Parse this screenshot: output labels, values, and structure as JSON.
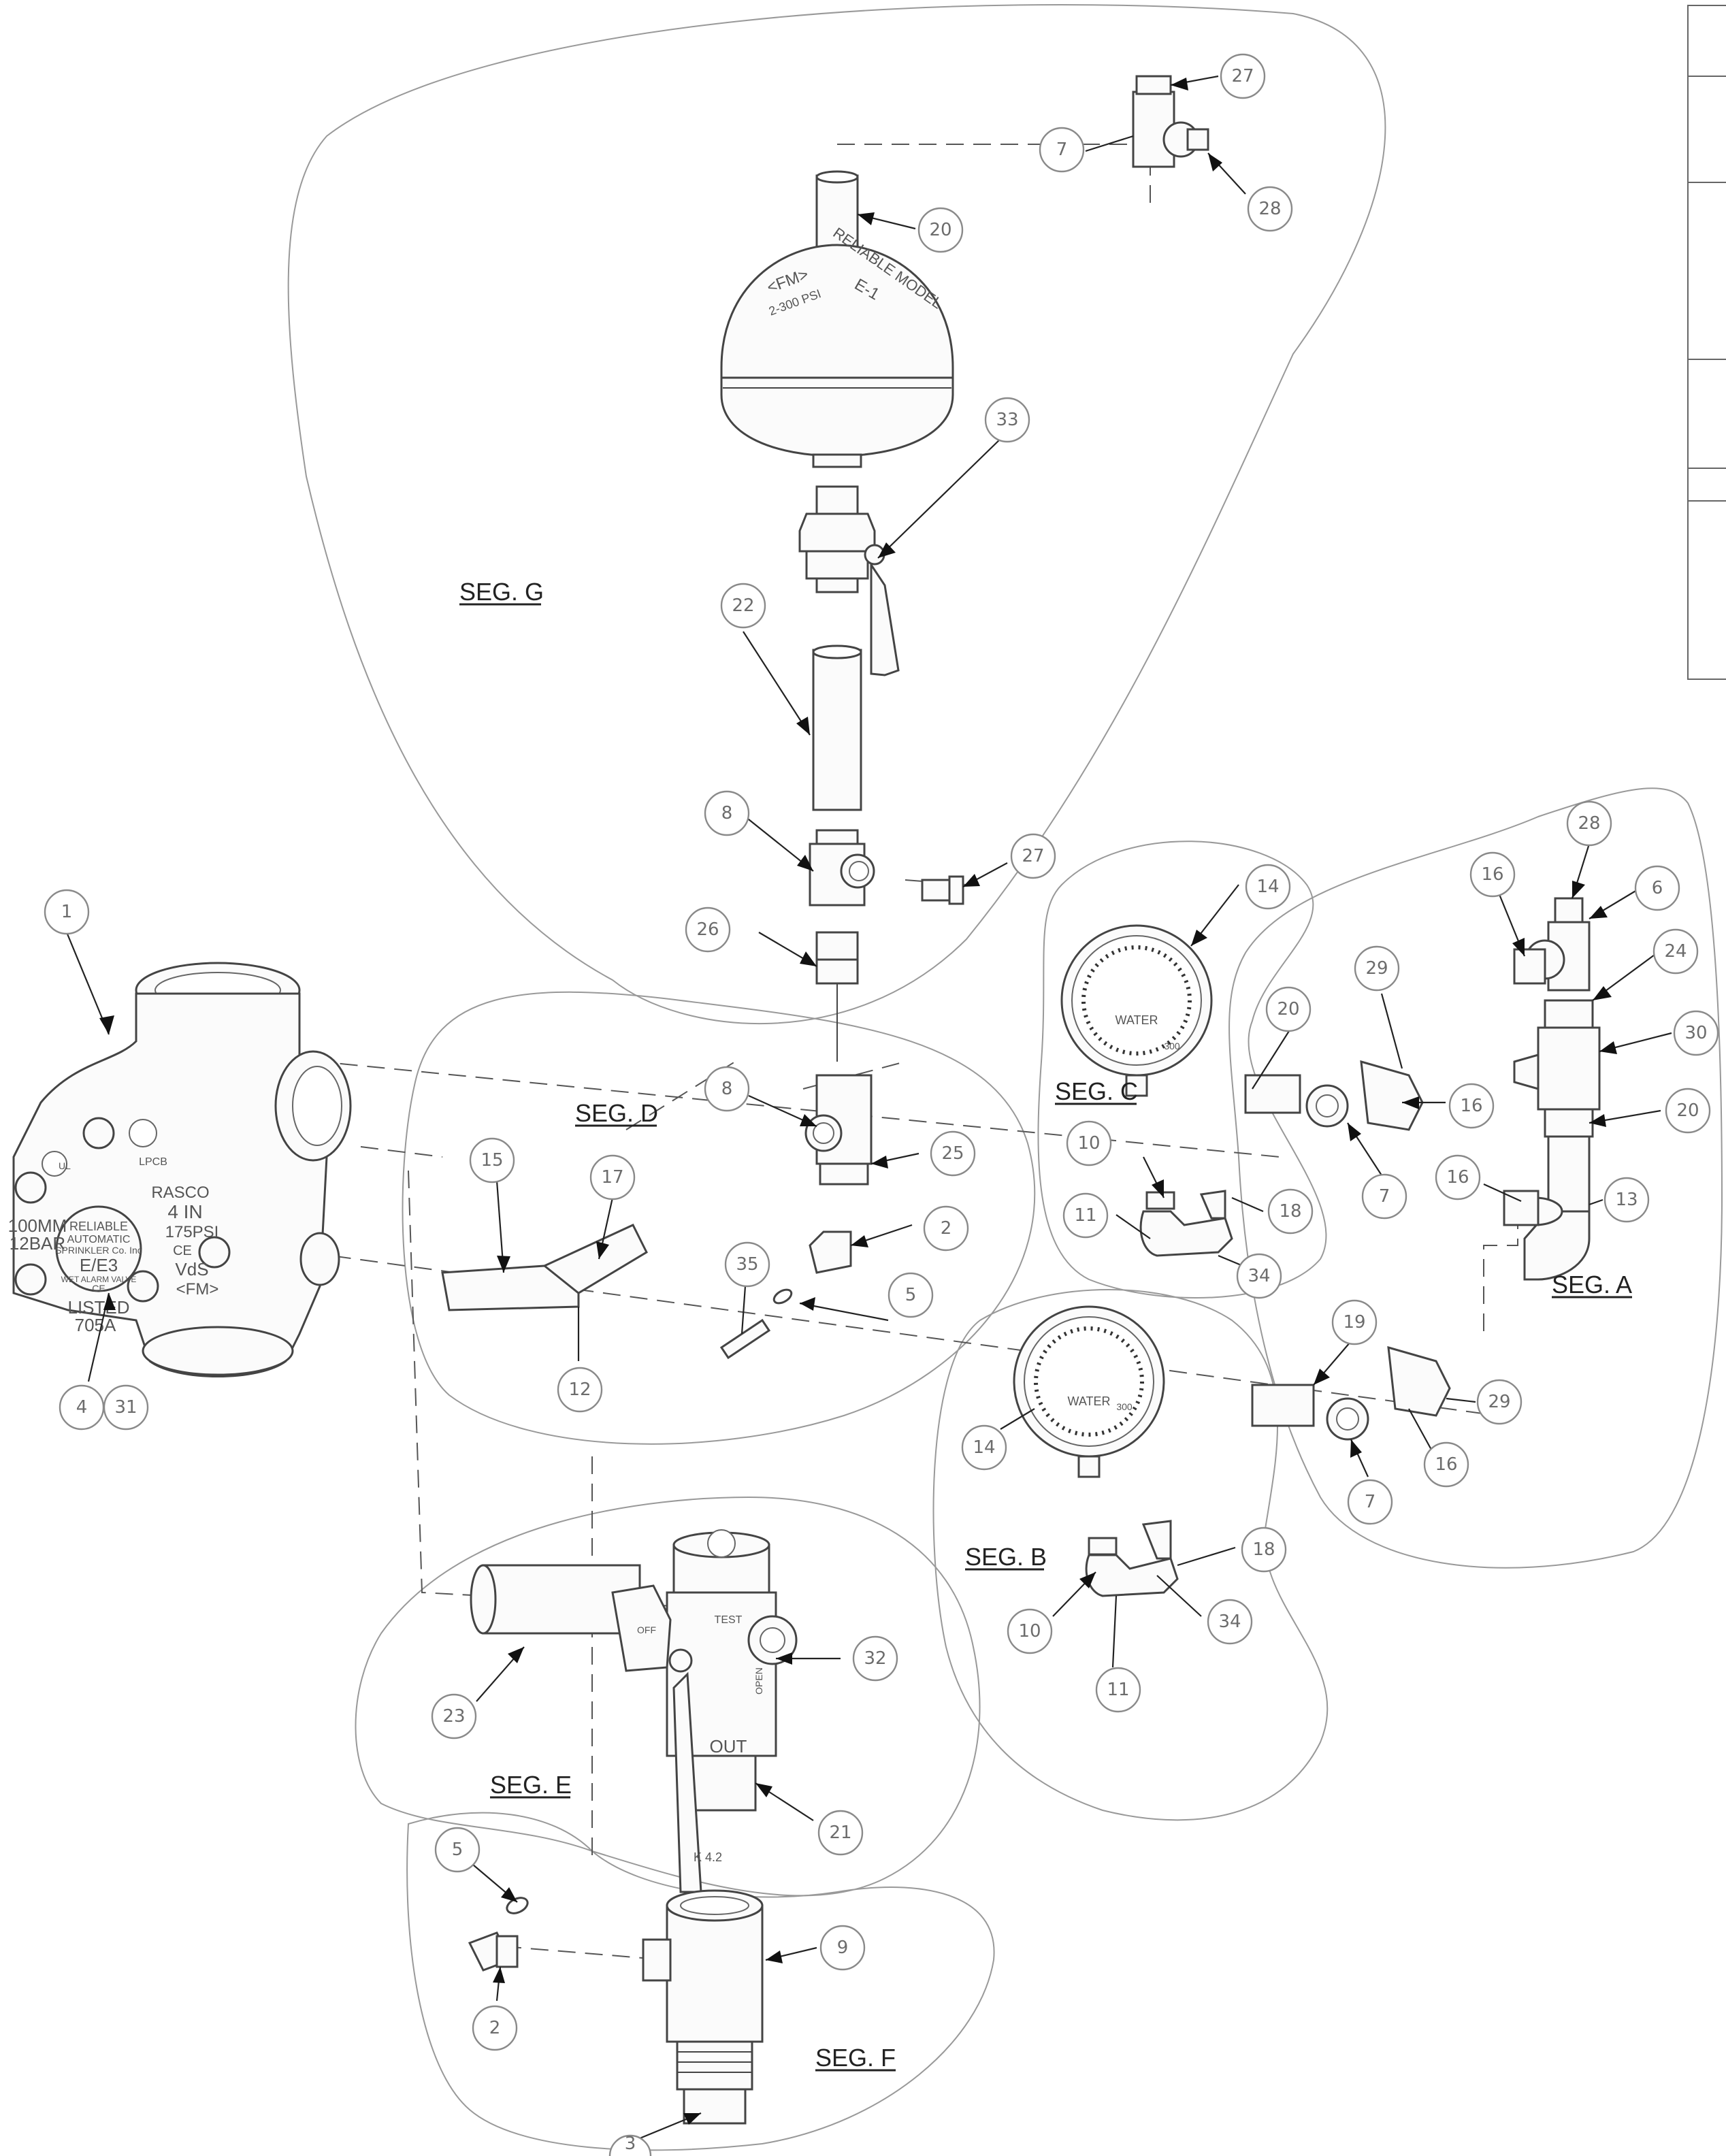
{
  "segments": {
    "seg_a": "SEG. A",
    "seg_b": "SEG. B",
    "seg_c": "SEG. C",
    "seg_d": "SEG. D",
    "seg_e": "SEG. E",
    "seg_f": "SEG. F",
    "seg_g": "SEG. G"
  },
  "callouts": {
    "c1": "1",
    "c4": "4",
    "c31": "31",
    "c15": "15",
    "c17": "17",
    "c12": "12",
    "c35": "35",
    "c2d": "2",
    "c5d": "5",
    "c8d": "8",
    "c25": "25",
    "c26": "26",
    "c8g": "8",
    "c27g": "27",
    "c22": "22",
    "c33": "33",
    "c20g": "20",
    "c27t": "27",
    "c7t": "7",
    "c28t": "28",
    "c14c": "14",
    "c10c": "10",
    "c11c": "11",
    "c18c": "18",
    "c34c": "34",
    "c20c": "20",
    "c29c": "29",
    "c16c": "16",
    "c7c": "7",
    "c28a": "28",
    "c16a": "16",
    "c6a": "6",
    "c24": "24",
    "c30": "30",
    "c20a": "20",
    "c16a2": "16",
    "c13": "13",
    "c19": "19",
    "c29a": "29",
    "c16a3": "16",
    "c7a": "7",
    "c14b": "14",
    "c10b": "10",
    "c11b": "11",
    "c18b": "18",
    "c34b": "34",
    "c23": "23",
    "c32": "32",
    "c21": "21",
    "c5f": "5",
    "c2f": "2",
    "c9": "9",
    "c3": "3"
  },
  "valve_body_markings": {
    "brand_line1": "RELIABLE",
    "brand_line2": "AUTOMATIC",
    "brand_line3": "SPRINKLER Co. Inc",
    "model": "E/E3",
    "type": "WET ALARM VALVE",
    "rasco": "RASCO",
    "size_in": "4 IN",
    "pressure_psi": "175PSI",
    "size_mm": "100MM",
    "pressure_bar": "12BAR",
    "listed": "LISTED",
    "listed_no": "705A",
    "vds": "VdS",
    "fm": "<FM>",
    "ce": "CE",
    "lpcb": "LPCB",
    "ul": "UL"
  },
  "chamber_markings": {
    "line1": "RELIABLE MODEL",
    "line2": "E-1",
    "line3": "<FM>",
    "line4": "2-300 PSI"
  },
  "gauge_markings": {
    "label": "WATER",
    "scale_max": "300"
  },
  "drain_valve_markings": {
    "test": "TEST",
    "out": "OUT",
    "off": "OFF",
    "k": "K 4.2",
    "open": "OPEN"
  }
}
